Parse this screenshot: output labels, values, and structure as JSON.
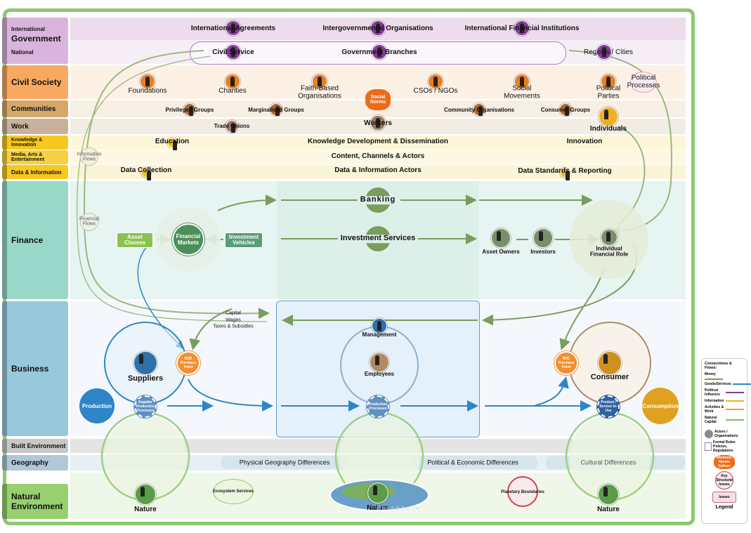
{
  "sections": {
    "government": {
      "international": "International",
      "title": "Government",
      "national": "National"
    },
    "civil_society": "Civil Society",
    "communities": "Communities",
    "work": "Work",
    "knowledge": "Knowledge & Innovation",
    "media": "Media, Arts & Entertainment",
    "data": "Data & Information",
    "finance": "Finance",
    "business": "Business",
    "built_env": "Built Environment",
    "geography": "Geography",
    "natural_env": "Natural Environment"
  },
  "government": {
    "international_agreements": "International Agreements",
    "igos": "Intergovernmental Organisations",
    "ifis": "International Financial Institutions",
    "civil_service": "Civil Service",
    "branches": "Government Branches",
    "regions": "Regions / Cities"
  },
  "civil": {
    "foundations": "Foundations",
    "charities": "Charities",
    "faith": "Faith-Based Organisations",
    "social_norms": "Social Norms",
    "csos": "CSOs / NGOs",
    "movements": "Social Movements",
    "parties": "Political Parties",
    "processes": "Political Processes"
  },
  "communities": {
    "privileged": "Privileged Groups",
    "marginalised": "Marginalised Groups",
    "community_orgs": "Community Organisations",
    "consumer_groups": "Consumer Groups",
    "individuals": "Individuals"
  },
  "work": {
    "unions": "Trade Unions",
    "workers": "Workers"
  },
  "knowledge": {
    "education": "Education",
    "kdd": "Knowledge Development & Dissemination",
    "innovation": "Innovation"
  },
  "media": {
    "content": "Content, Channels & Actors",
    "info_flows": "Information Flows"
  },
  "data": {
    "collection": "Data Collection",
    "actors": "Data & Information Actors",
    "standards": "Data Standards & Reporting"
  },
  "finance": {
    "banking": "Banking",
    "investment": "Investment Services",
    "asset_classes": "Asset Classes",
    "markets": "Financial Markets",
    "vehicles": "Investment Vehicles",
    "owners": "Asset Owners",
    "investors": "Investors",
    "individual_role": "Individual Financial Role",
    "fin_flows": "Financial Flows"
  },
  "business": {
    "capital": "Capital",
    "wages": "Wages",
    "taxes": "Taxes & Subsidies",
    "management": "Management",
    "employees": "Employees",
    "suppliers": "Suppliers",
    "b2b": "B2B Purchase Point",
    "b2c": "B2C Purchase Point",
    "consumer": "Consumer",
    "production": "Production",
    "consumption": "Consumption",
    "supplier_processes": "Supplier Production Processes",
    "production_processes": "Production Processes",
    "product_in_use": "Product / Service In-Use"
  },
  "geography": {
    "physical": "Physical Geography Differences",
    "political": "Political & Economic Differences",
    "cultural": "Cultural Differences"
  },
  "natural": {
    "nature": "Nature",
    "ecosystem": "Ecosystem Services",
    "boundaries": "Planetary Boundaries",
    "biosphere": "Biosphere"
  },
  "legend": {
    "title": "Connections & Flows:",
    "money": "Money",
    "goods": "Goods/Services",
    "political": "Political Influence",
    "information": "Information",
    "activities": "Activities & Work",
    "natural": "Natural Capital",
    "actors": "Actors / Organisations",
    "formal": "Formal Rules Policies, Regulations",
    "mindsets": "Mindsets Norms Culture",
    "key_issues": "Key Structural Issues",
    "issues": "Issues",
    "footer": "Legend"
  },
  "colors": {
    "money": "#7a9c5c",
    "goods": "#2e86c8",
    "political": "#8b3a9c",
    "information": "#e8b820",
    "activities": "#e8a030",
    "natural": "#7cc060",
    "frame": "#8cc870"
  }
}
